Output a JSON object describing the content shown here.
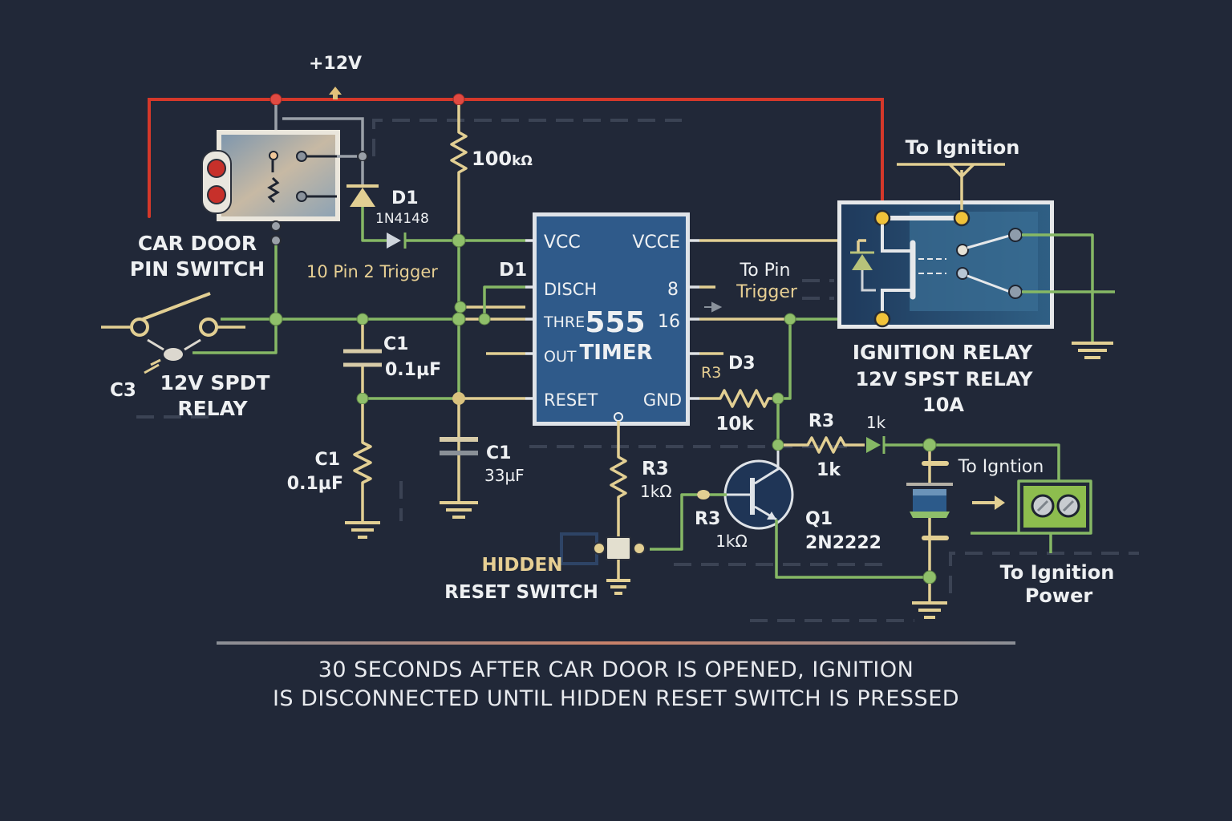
{
  "supply": {
    "label": "+12V"
  },
  "door_switch": {
    "label_line1": "CAR DOOR",
    "label_line2": "PIN SWITCH"
  },
  "d1_top": {
    "ref": "D1",
    "part": "1N4148"
  },
  "trigger_note": {
    "prefix": "10 ",
    "text": "Pin 2 Trigger"
  },
  "r_pullup": {
    "value": "100",
    "unit": "kΩ"
  },
  "d1_left": {
    "ref": "D1"
  },
  "spdt_relay": {
    "ref": "C3",
    "label_line1": "12V SPDT",
    "label_line2": "RELAY"
  },
  "c1_a": {
    "ref": "C1",
    "value": "0.1µF"
  },
  "c1_b": {
    "ref": "C1",
    "value": "0.1µF"
  },
  "c1_c": {
    "ref": "C1",
    "value": "33µF"
  },
  "timer": {
    "title_num": "555",
    "title_word": "TIMER",
    "pins_left": [
      "VCC",
      "DISCH",
      "THRE",
      "OUT",
      "RESET"
    ],
    "pins_right": [
      "VCCE",
      "8",
      "16",
      "GND"
    ]
  },
  "to_pin_trigger": {
    "line1": "To Pin",
    "line2": "Trigger"
  },
  "d3": {
    "ref": "D3"
  },
  "r3_10k": {
    "ref": "R3",
    "value": "10k"
  },
  "r3_reset": {
    "ref": "R3",
    "value": "1kΩ"
  },
  "r3_base": {
    "ref": "R3",
    "value": "1kΩ"
  },
  "r3_collector": {
    "ref": "R3",
    "value": "1k",
    "diode_value": "1k"
  },
  "q1": {
    "ref": "Q1",
    "part": "2N2222"
  },
  "reset_switch": {
    "line1": "HIDDEN",
    "line2": "RESET SWITCH"
  },
  "ignition_relay": {
    "label": "IGNITION RELAY",
    "spec": "12V SPST RELAY",
    "rating": "10A",
    "to_ignition": "To Ignition"
  },
  "terminal": {
    "to_label": "To Igntion",
    "power_line1": "To Ignition",
    "power_line2": "Power"
  },
  "caption": {
    "line1": "30 SECONDS AFTER CAR DOOR IS OPENED, IGNITION",
    "line2": "IS DISCONNECTED UNTIL HIDDEN RESET SWITCH IS PRESSED"
  },
  "colors": {
    "background": "#212838",
    "supply_wire": "#d5382a",
    "signal_wire": "#86b865",
    "component_lead": "#e2cf93",
    "timer_body": "#2f5a8a"
  }
}
